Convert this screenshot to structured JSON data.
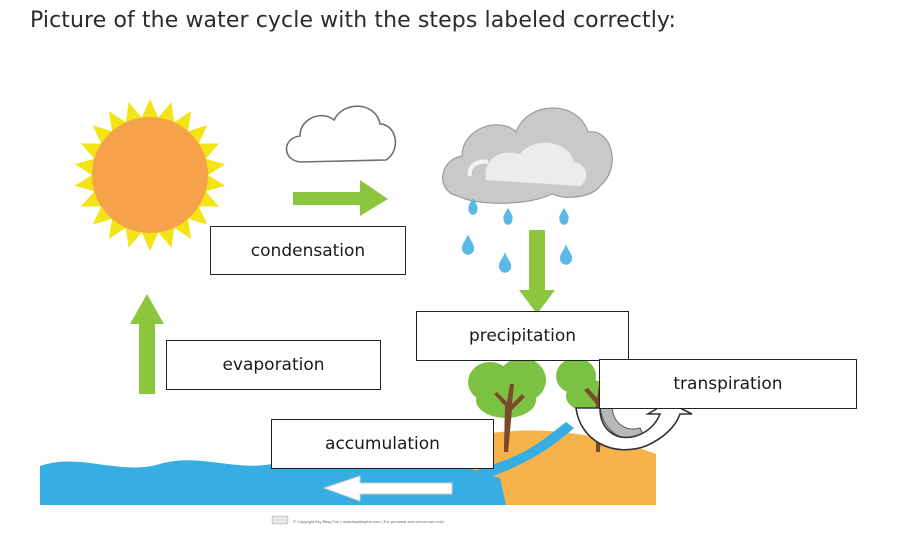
{
  "title": "Picture of the water cycle with the steps labeled correctly:",
  "labels": {
    "condensation": "condensation",
    "evaporation": "evaporation",
    "precipitation": "precipitation",
    "transpiration": "transpiration",
    "accumulation": "accumulation"
  },
  "footer_credit": "© Copyright Itsy Bitsy Fun | www.itsybitsyfun.com | For personal and school use only!",
  "colors": {
    "sun_core": "#F5A24B",
    "sun_rays": "#F2E415",
    "arrow_green": "#8CC63F",
    "water": "#37AEE3",
    "ground": "#F7B24B",
    "rain": "#5CB8E6",
    "tree_leaves": "#7CC242",
    "tree_trunk": "#7A4A2A"
  },
  "icons": [
    "sun-icon",
    "outline-cloud-icon",
    "rain-cloud-icon",
    "raindrop-icon",
    "tree-icon",
    "curved-arrow-icon"
  ]
}
